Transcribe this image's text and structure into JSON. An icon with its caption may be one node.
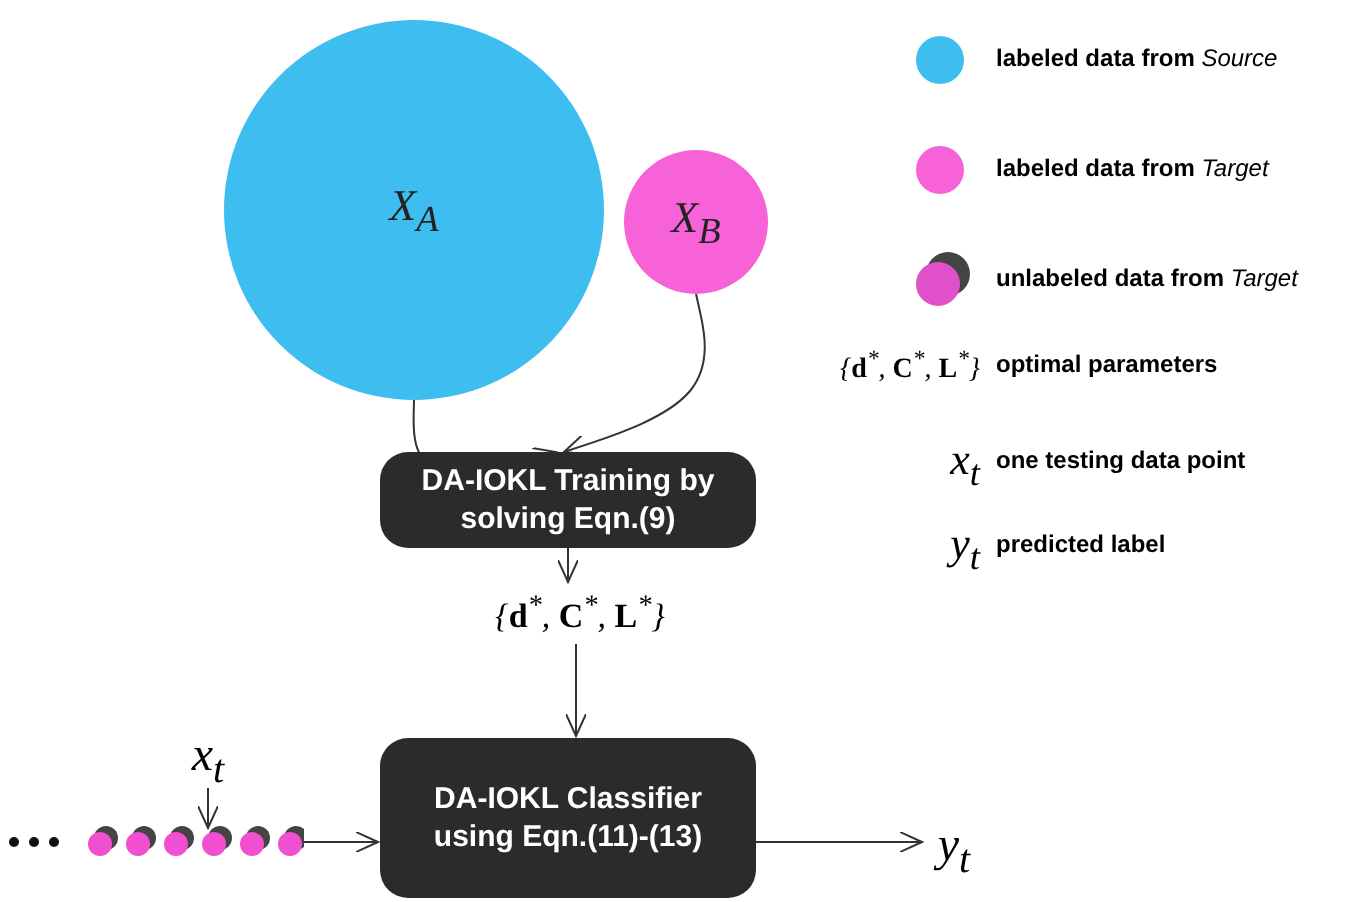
{
  "diagram": {
    "nodes": [
      {
        "text": [
          "X$_{A}$"
        ]
      },
      {
        "text": [
          "X$_{B}$"
        ]
      },
      {
        "text": [
          "DA-IOKL Training by solving Eqn.(9)"
        ]
      },
      {
        "text": [
          "{**d**$^{*}$, **C**$^{*}$, **L**$^{*}$}"
        ]
      },
      {
        "text": [],
        "shape": "dots"
      },
      {
        "text": [
          "x$_{t}$"
        ]
      },
      {
        "text": [
          "DA-IOKL Classifier using  Eqn.(11)-(13)"
        ]
      },
      {
        "text": [
          "y$_{t}$"
        ]
      }
    ],
    "edges": [
      {
        "from": 0,
        "to": 2,
        "arrow": "to"
      },
      {
        "from": 1,
        "to": 2,
        "arrow": "to"
      },
      {
        "from": 2,
        "to": 3,
        "arrow": "to"
      },
      {
        "from": 3,
        "to": 6,
        "arrow": "to"
      },
      {
        "from": 4,
        "to": 6,
        "arrow": "to"
      },
      {
        "from": 6,
        "to": 7,
        "arrow": "to"
      },
      {
        "from": 5,
        "to": 4,
        "arrow": "to"
      }
    ],
    "labels": [
      "{**d**$^{*}$, **C**$^{*}$, **L**$^{*}$}",
      "x$_{t}$",
      "y$_{t}$"
    ],
    "legend": [
      {
        "text": "labeled data from *Source*",
        "color": "#3ebef0"
      },
      {
        "text": "labeled data from *Target*",
        "color": "#f862d8"
      },
      {
        "text": "unlabeled data from *Target*"
      },
      {
        "text": "optimal parameters"
      },
      {
        "text": "one testing data point"
      },
      {
        "text": "predicted label"
      }
    ]
  }
}
